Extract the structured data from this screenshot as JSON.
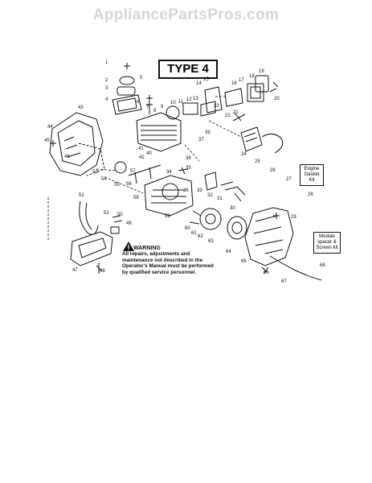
{
  "watermark": "AppliancePartsPros.com",
  "diagram_title": "TYPE 4",
  "warning": {
    "heading": "WARNING",
    "text": "All repairs, adjustments and maintenance not described in the Operator's Manual must be performed by qualified service personnel."
  },
  "kits": {
    "engine_gasket": "Engine Gasket Kit",
    "module_spacer": "Module spacer & Screws kit"
  },
  "part_numbers": {
    "p1": "1",
    "p2": "2",
    "p3": "3",
    "p4": "4",
    "p5": "5",
    "p6": "6",
    "p7": "7",
    "p8": "8",
    "p9": "9",
    "p10": "10",
    "p11": "11",
    "p12": "12",
    "p13": "13",
    "p14": "14",
    "p15": "15",
    "p16": "16",
    "p17": "17",
    "p18": "18",
    "p19": "19",
    "p20": "20",
    "p21": "21",
    "p22": "22",
    "p23": "23",
    "p24": "24",
    "p25": "25",
    "p26": "26",
    "p27": "27",
    "p28": "28",
    "p29": "29",
    "p30": "30",
    "p31": "31",
    "p32": "32",
    "p33": "33",
    "p34": "34",
    "p35": "35",
    "p36": "36",
    "p37": "37",
    "p38": "38",
    "p39": "39",
    "p40": "40",
    "p41": "41",
    "p42": "42",
    "p43": "43",
    "p44": "44",
    "p45": "45",
    "p46": "46",
    "p47": "47",
    "p48": "48",
    "p49": "49",
    "p50": "50",
    "p51": "51",
    "p52": "52",
    "p53": "53",
    "p54": "54",
    "p55": "55",
    "p56": "56",
    "p57": "57",
    "p58": "58",
    "p59": "59",
    "p60": "60",
    "p61": "61",
    "p62": "62",
    "p63": "63",
    "p64": "64",
    "p65": "65",
    "p66": "66",
    "p67": "67",
    "p68": "68"
  }
}
